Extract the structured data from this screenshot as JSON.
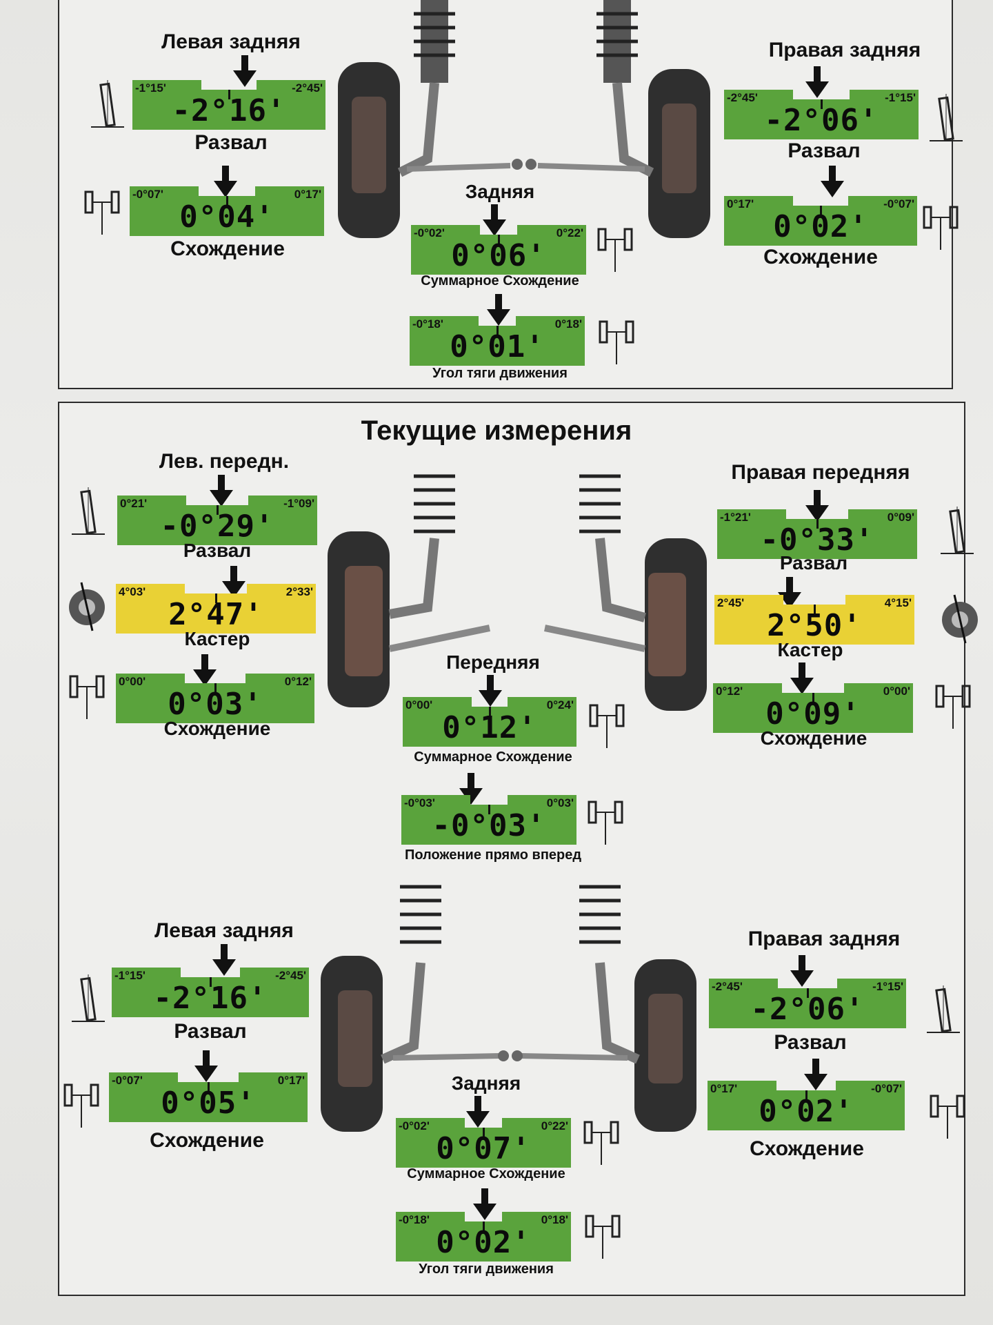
{
  "top_section": {
    "left_rear": {
      "title": "Левая задняя",
      "camber": {
        "lo": "-1°15'",
        "hi": "-2°45'",
        "value": "-2°16'",
        "label": "Развал"
      },
      "toe": {
        "lo": "-0°07'",
        "hi": "0°17'",
        "value": "0°04'",
        "label": "Схождение"
      }
    },
    "right_rear": {
      "title": "Правая задняя",
      "camber": {
        "lo": "-2°45'",
        "hi": "-1°15'",
        "value": "-2°06'",
        "label": "Развал"
      },
      "toe": {
        "lo": "0°17'",
        "hi": "-0°07'",
        "value": "0°02'",
        "label": "Схождение"
      }
    },
    "rear_total": {
      "title": "Задняя",
      "gauge": {
        "lo": "-0°02'",
        "hi": "0°22'",
        "value": "0°06'",
        "label": "Суммарное Схождение"
      }
    },
    "thrust": {
      "gauge": {
        "lo": "-0°18'",
        "hi": "0°18'",
        "value": "0°01'",
        "label": "Угол тяги движения"
      }
    }
  },
  "bottom_section": {
    "title": "Текущие измерения",
    "left_front": {
      "title": "Лев. передн.",
      "camber": {
        "lo": "0°21'",
        "hi": "-1°09'",
        "value": "-0°29'",
        "label": "Развал"
      },
      "caster": {
        "lo": "4°03'",
        "hi": "2°33'",
        "value": "2°47'",
        "label": "Кастер"
      },
      "toe": {
        "lo": "0°00'",
        "hi": "0°12'",
        "value": "0°03'",
        "label": "Схождение"
      }
    },
    "right_front": {
      "title": "Правая передняя",
      "camber": {
        "lo": "-1°21'",
        "hi": "0°09'",
        "value": "-0°33'",
        "label": "Развал"
      },
      "caster": {
        "lo": "2°45'",
        "hi": "4°15'",
        "value": "2°50'",
        "label": "Кастер"
      },
      "toe": {
        "lo": "0°12'",
        "hi": "0°00'",
        "value": "0°09'",
        "label": "Схождение"
      }
    },
    "front_total": {
      "title": "Передняя",
      "gauge": {
        "lo": "0°00'",
        "hi": "0°24'",
        "value": "0°12'",
        "label": "Суммарное Схождение"
      }
    },
    "setback": {
      "gauge": {
        "lo": "-0°03'",
        "hi": "0°03'",
        "value": "-0°03'",
        "label": "Положение прямо вперед"
      }
    },
    "left_rear": {
      "title": "Левая задняя",
      "camber": {
        "lo": "-1°15'",
        "hi": "-2°45'",
        "value": "-2°16'",
        "label": "Развал"
      },
      "toe": {
        "lo": "-0°07'",
        "hi": "0°17'",
        "value": "0°05'",
        "label": "Схождение"
      }
    },
    "right_rear": {
      "title": "Правая задняя",
      "camber": {
        "lo": "-2°45'",
        "hi": "-1°15'",
        "value": "-2°06'",
        "label": "Развал"
      },
      "toe": {
        "lo": "0°17'",
        "hi": "-0°07'",
        "value": "0°02'",
        "label": "Схождение"
      }
    },
    "rear_total": {
      "title": "Задняя",
      "gauge": {
        "lo": "-0°02'",
        "hi": "0°22'",
        "value": "0°07'",
        "label": "Суммарное Схождение"
      }
    },
    "thrust": {
      "gauge": {
        "lo": "-0°18'",
        "hi": "0°18'",
        "value": "0°02'",
        "label": "Угол тяги движения"
      }
    }
  },
  "colors": {
    "green": "#5aa33c",
    "yellow": "#e9d135"
  },
  "icons": [
    "down-arrow-icon",
    "wheel-camber-icon",
    "wheel-caster-icon",
    "axle-toe-icon",
    "suspension-illustration"
  ]
}
